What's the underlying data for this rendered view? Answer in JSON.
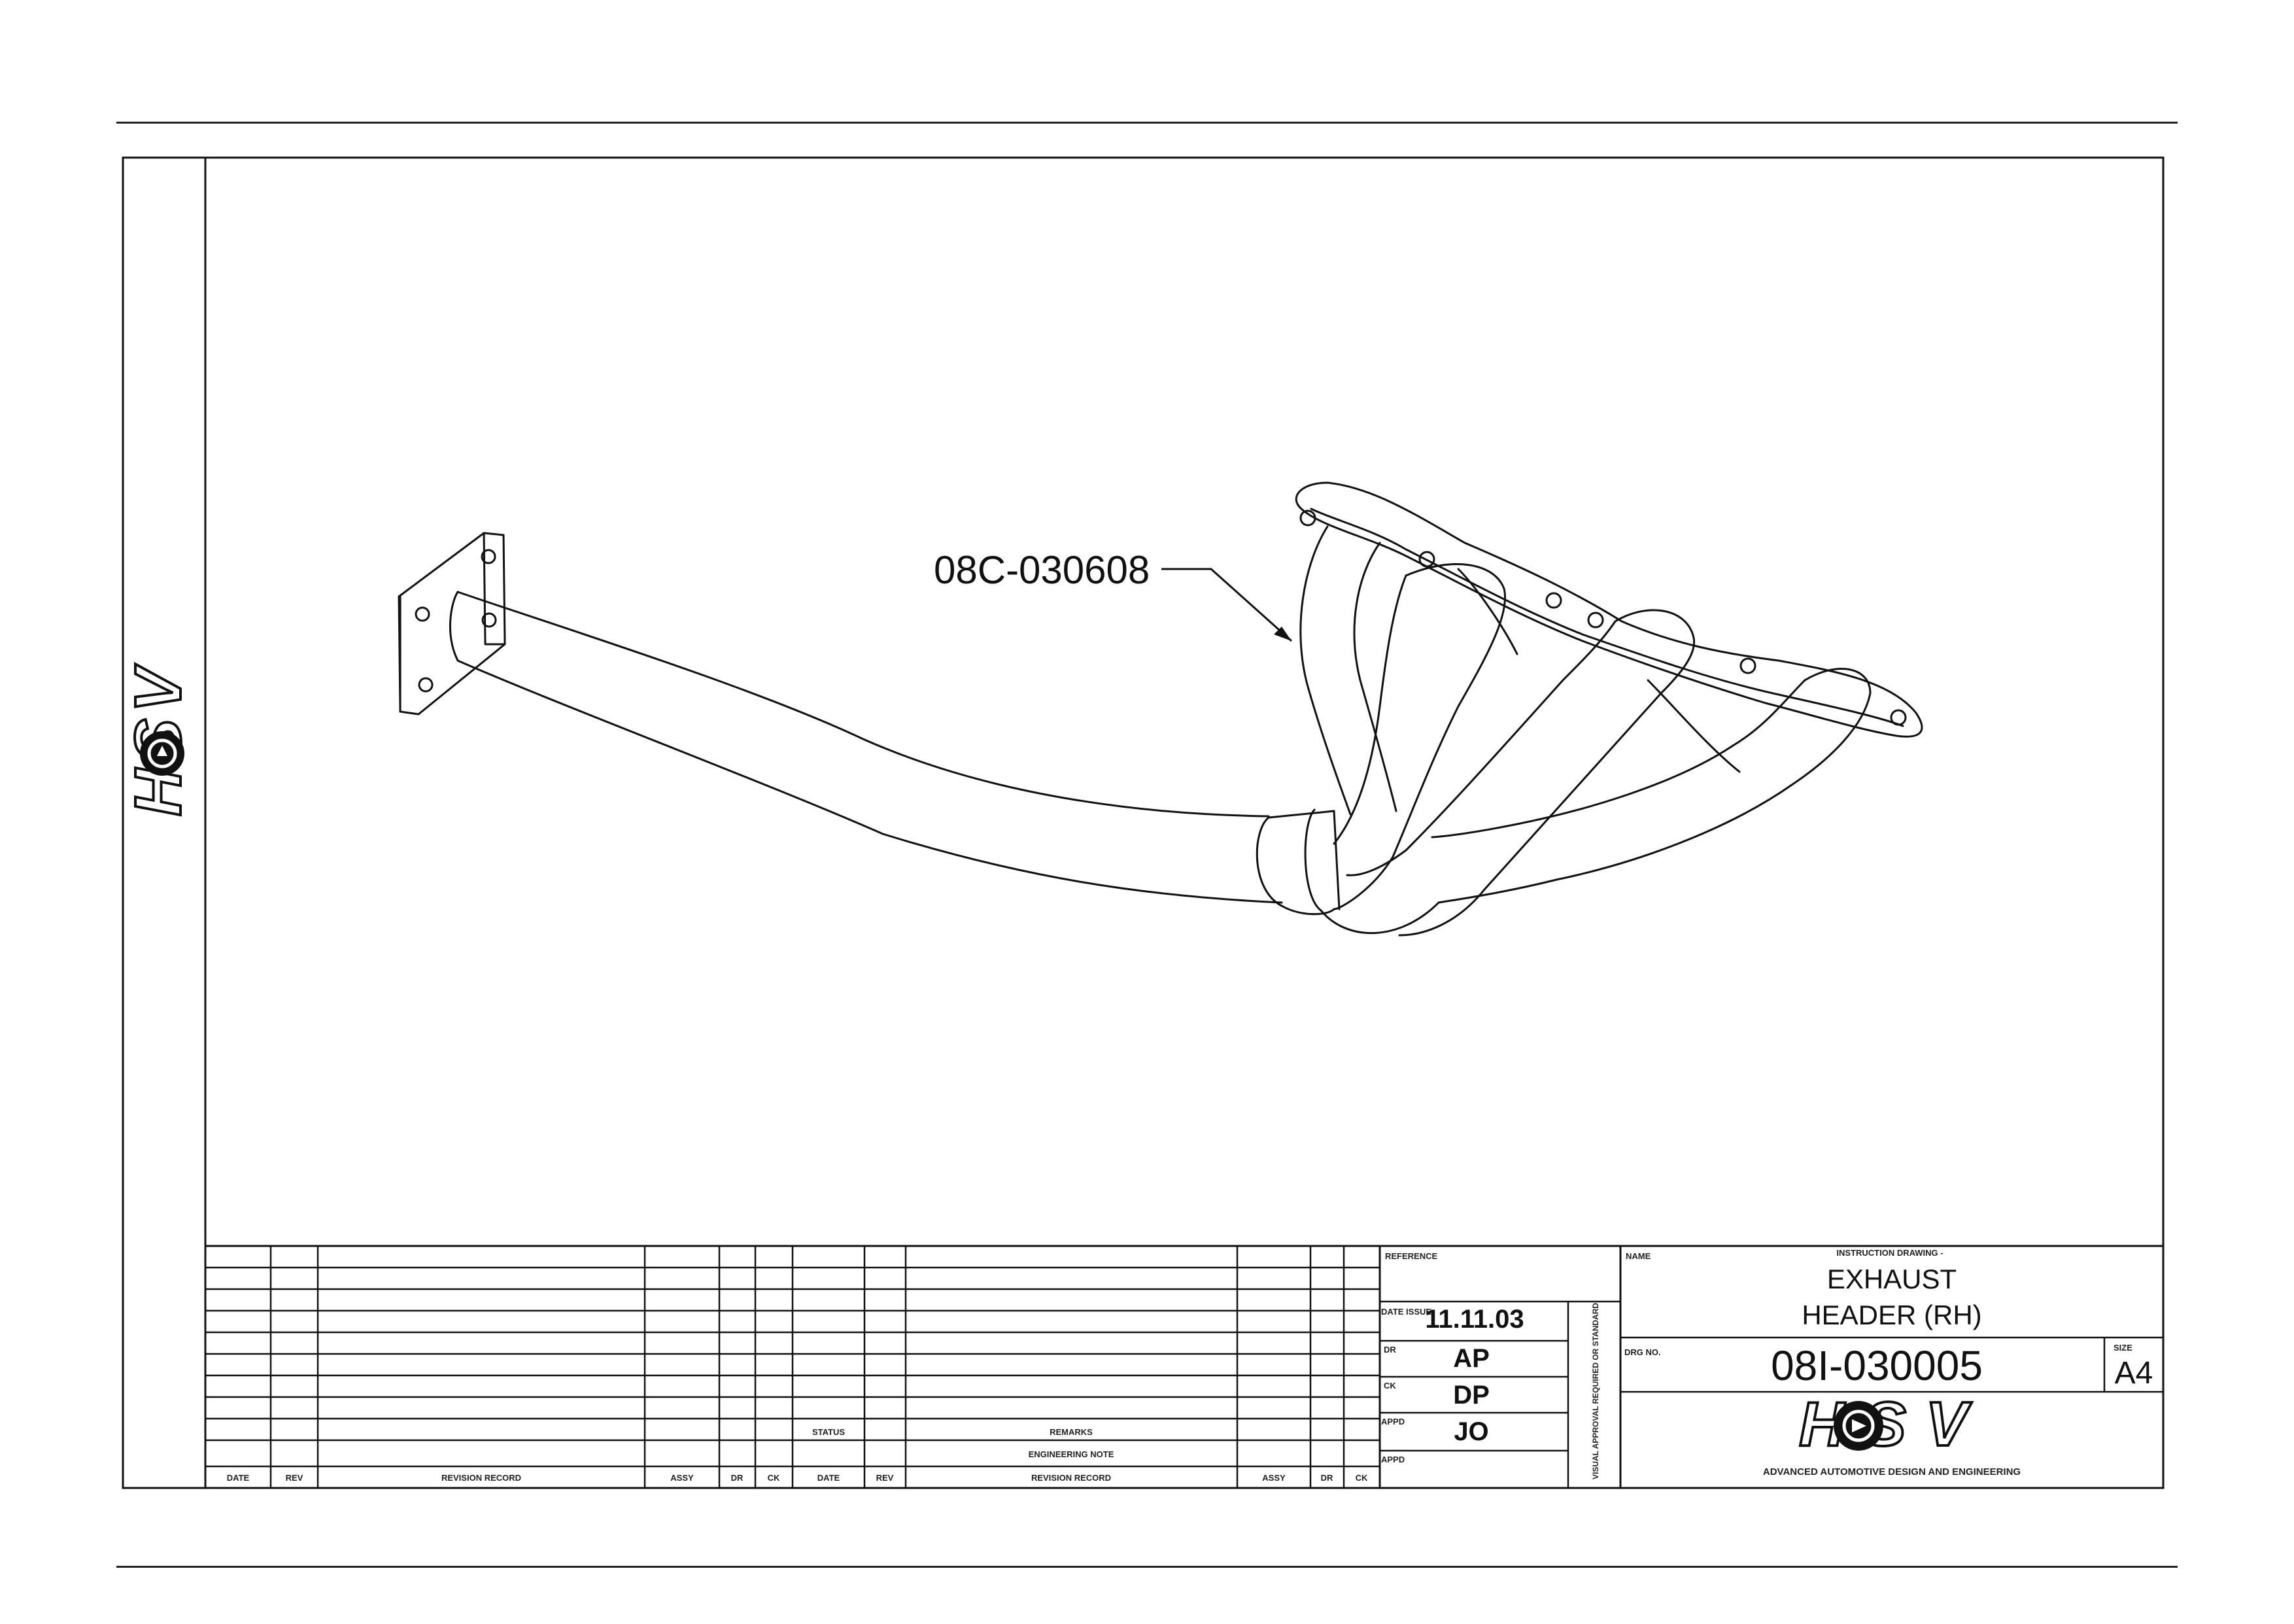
{
  "sheet": {
    "brand": "HSV",
    "company_line": "ADVANCED AUTOMOTIVE DESIGN AND ENGINEERING",
    "part_callout": "08C-030608",
    "reference_label": "REFERENCE",
    "name_label": "NAME",
    "doc_type": "INSTRUCTION DRAWING -",
    "title_line1": "EXHAUST",
    "title_line2": "HEADER (RH)",
    "drg_no_label": "DRG NO.",
    "drg_no": "08I-030005",
    "size_label": "SIZE",
    "size": "A4",
    "date_label": "DATE ISSUE",
    "date": "11.11.03",
    "drawn_label": "DR",
    "drawn": "AP",
    "checked_label": "CK",
    "checked": "DP",
    "approved_label": "APPD",
    "approved": "JO",
    "approved2_label": "APPD",
    "approval_vertical": "VISUAL APPROVAL REQUIRED OR STANDARD",
    "revision": {
      "headers_left": [
        "DATE",
        "REV",
        "REVISION RECORD",
        "ASSY",
        "DR",
        "CK"
      ],
      "headers_right": [
        "DATE",
        "REV",
        "REVISION RECORD",
        "ASSY",
        "DR",
        "CK"
      ],
      "status_label": "STATUS",
      "remarks_label": "REMARKS",
      "remarks_sub": "ENGINEERING NOTE"
    }
  }
}
